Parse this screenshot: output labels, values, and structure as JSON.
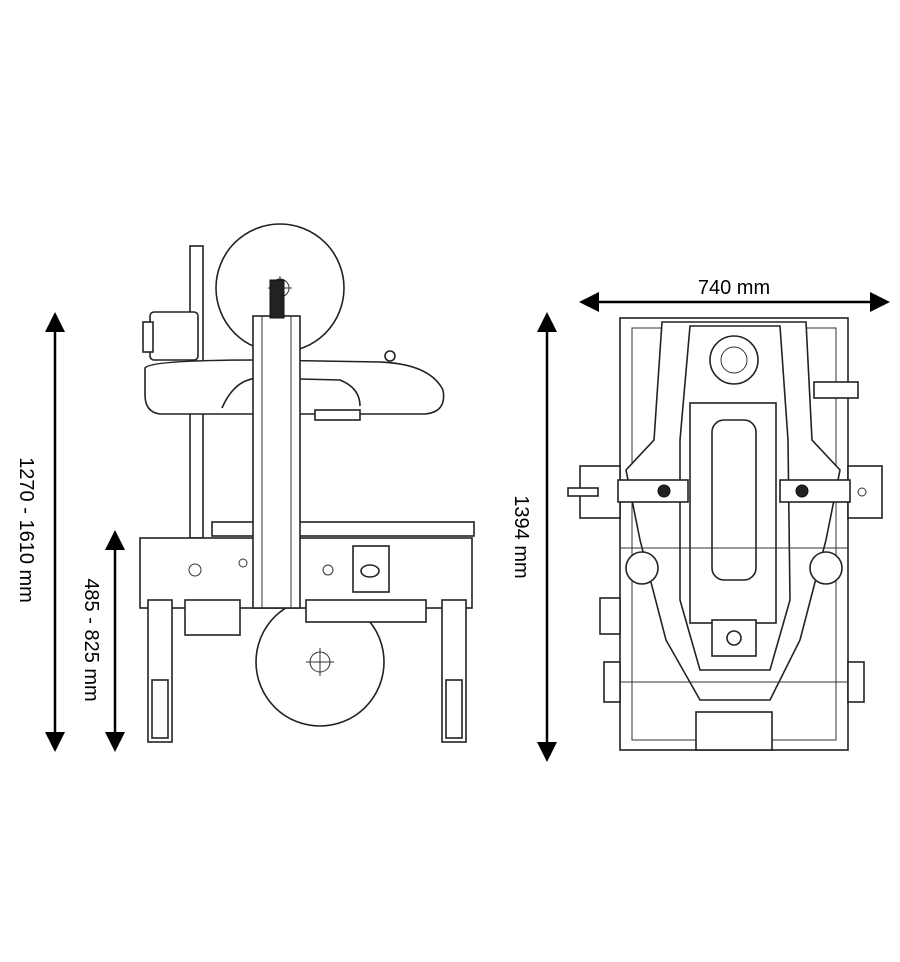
{
  "dimensions": {
    "overall_height_range": "1270 - 1610 mm",
    "table_height_range": "485 - 825 mm",
    "length": "1394 mm",
    "width": "740 mm"
  },
  "views": [
    "side-view",
    "top-view"
  ]
}
